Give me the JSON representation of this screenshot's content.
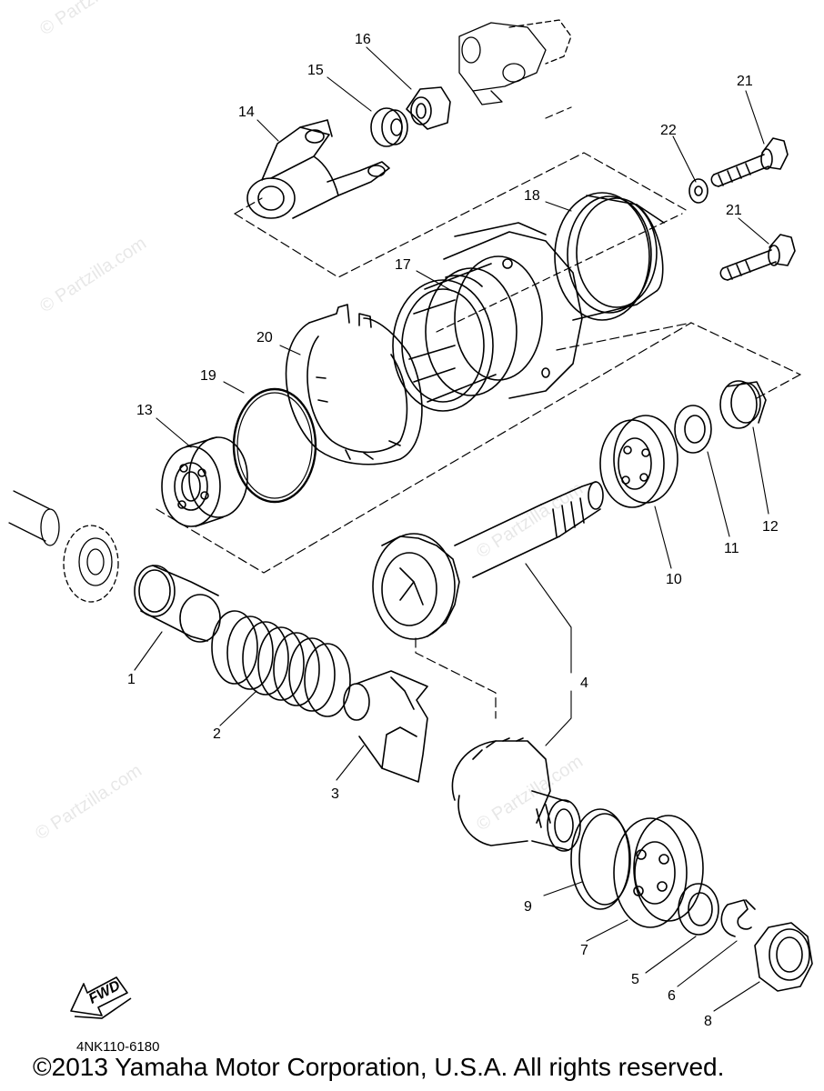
{
  "diagram": {
    "callouts": [
      "1",
      "2",
      "3",
      "4",
      "5",
      "6",
      "7",
      "8",
      "9",
      "10",
      "11",
      "12",
      "13",
      "14",
      "15",
      "16",
      "17",
      "18",
      "19",
      "20",
      "21",
      "21",
      "22"
    ],
    "fwd_label": "FWD",
    "watermark": "© Partzilla.com"
  },
  "footer": {
    "part_code": "4NK110-6180",
    "copyright": "©2013 Yamaha Motor Corporation, U.S.A. All rights reserved."
  }
}
